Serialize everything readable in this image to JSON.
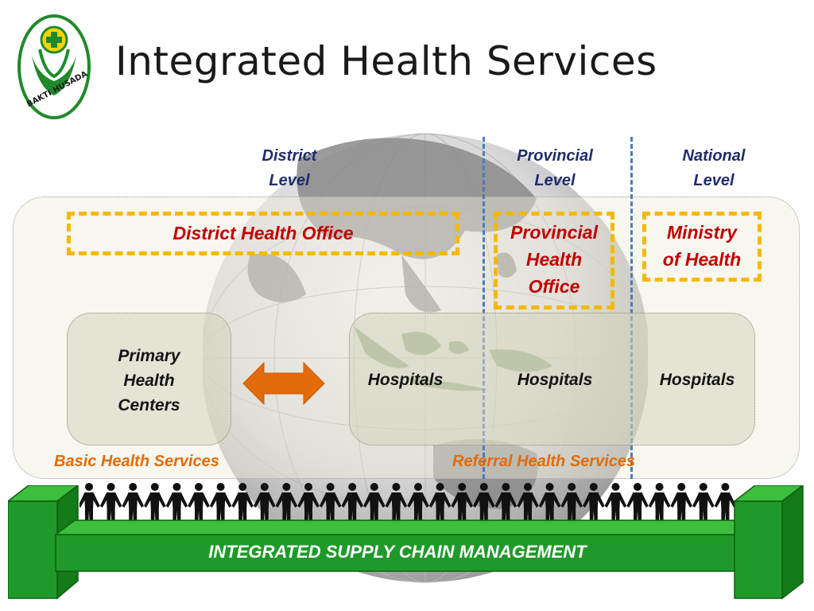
{
  "slide": {
    "title": "Integrated Health Services",
    "logo": {
      "icon": "bakti-husada-logo-icon",
      "text": "BAKTI HUSADA"
    }
  },
  "levels": [
    {
      "line1": "District",
      "line2": "Level"
    },
    {
      "line1": "Provincial",
      "line2": "Level"
    },
    {
      "line1": "National",
      "line2": "Level"
    }
  ],
  "offices": {
    "district": "District Health Office",
    "provincial": [
      "Provincial",
      "Health",
      "Office"
    ],
    "national": [
      "Ministry",
      "of Health"
    ]
  },
  "primary": [
    "Primary",
    "Health",
    "Centers"
  ],
  "hospitals": [
    "Hospitals",
    "Hospitals",
    "Hospitals"
  ],
  "services": {
    "basic": "Basic Health Services",
    "referral": "Referral Health Services"
  },
  "supply_chain": "INTEGRATED SUPPLY CHAIN MANAGEMENT",
  "icons": {
    "arrow": "double-arrow-icon",
    "people": "people-chain-icon",
    "globe": "globe-icon"
  },
  "colors": {
    "level_text": "#1f2d6b",
    "office_text": "#c00000",
    "service_text": "#e26b0a",
    "bar_green": "#1f9a2a",
    "dashed_border": "#f5b800",
    "divider": "#4a7cc0"
  }
}
